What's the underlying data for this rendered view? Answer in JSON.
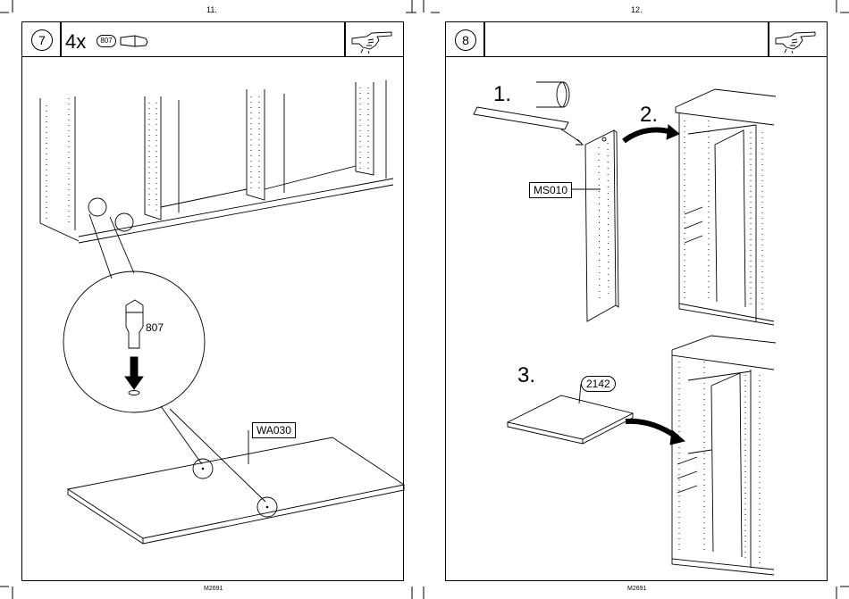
{
  "pages": [
    {
      "page_number": "11.",
      "step": "7",
      "quantity": "4x",
      "part_badge": "807",
      "icon": "pointing-hand-icon",
      "callout_part": "807",
      "panel_label": "WA030",
      "doc_code": "M2691"
    },
    {
      "page_number": "12.",
      "step": "8",
      "icon": "pointing-hand-icon",
      "sub_steps": [
        "1.",
        "2.",
        "3."
      ],
      "panel_label": "MS010",
      "shelf_label": "2142",
      "doc_code": "M2691"
    }
  ]
}
